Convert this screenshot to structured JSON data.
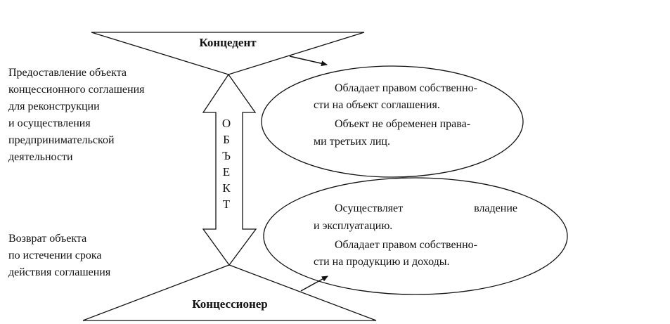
{
  "top_triangle": {
    "label": "Концедент"
  },
  "bottom_triangle": {
    "label": "Концессионер"
  },
  "arrow_label_letters": [
    "О",
    "Б",
    "Ъ",
    "Е",
    "К",
    "Т"
  ],
  "left_top_text": [
    "Предоставление объекта",
    "концессионного соглашения",
    "для реконструкции",
    "и осуществления",
    "предпринимательской",
    "деятельности"
  ],
  "left_bottom_text": [
    "Возврат объекта",
    "по истечении срока",
    "действия соглашения"
  ],
  "top_ellipse": {
    "para1_line1": "Обладает правом собственно-",
    "para1_line2": "сти на объект соглашения.",
    "para2_line1": "Объект не обременен права-",
    "para2_line2": "ми третьих лиц."
  },
  "bottom_ellipse": {
    "para1_line1_a": "Осуществляет",
    "para1_line1_b": "владение",
    "para1_line2": "и эксплуатацию.",
    "para2_line1": "Обладает правом собственно-",
    "para2_line2": "сти на продукцию и доходы."
  }
}
